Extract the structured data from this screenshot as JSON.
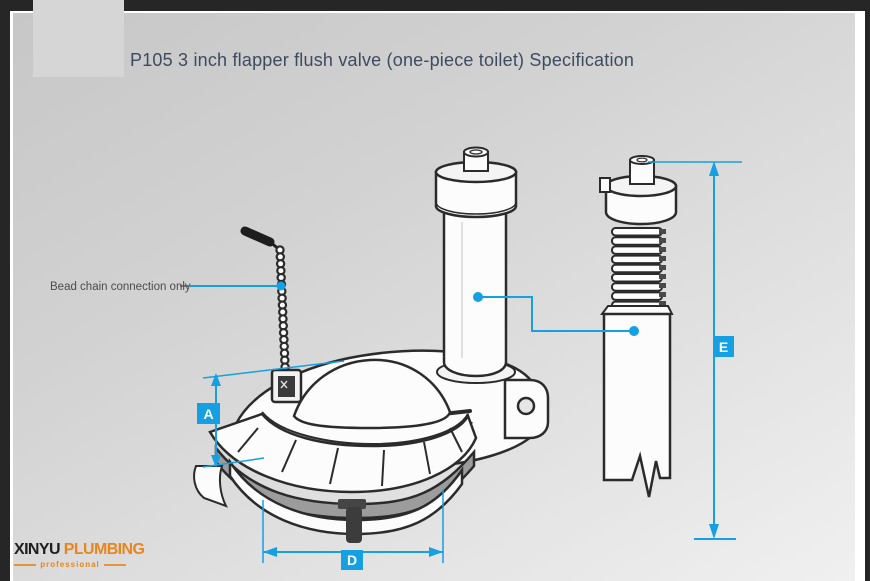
{
  "window": {
    "title": "P105  3 inch flapper flush valve (one-piece toilet) Specification"
  },
  "diagram": {
    "callout": "Bead chain connection only",
    "dim_a": "A",
    "dim_d": "D",
    "dim_e": "E"
  },
  "logo": {
    "brand_primary": "XINYU",
    "brand_secondary": "PLUMBING",
    "tagline": "professional"
  },
  "colors": {
    "accent_blue": "#14a0e2",
    "line_dark": "#2b2b2b",
    "title_text": "#3d4b61",
    "logo_orange": "#e8861c",
    "gasket_gray": "#9c9c9c"
  }
}
